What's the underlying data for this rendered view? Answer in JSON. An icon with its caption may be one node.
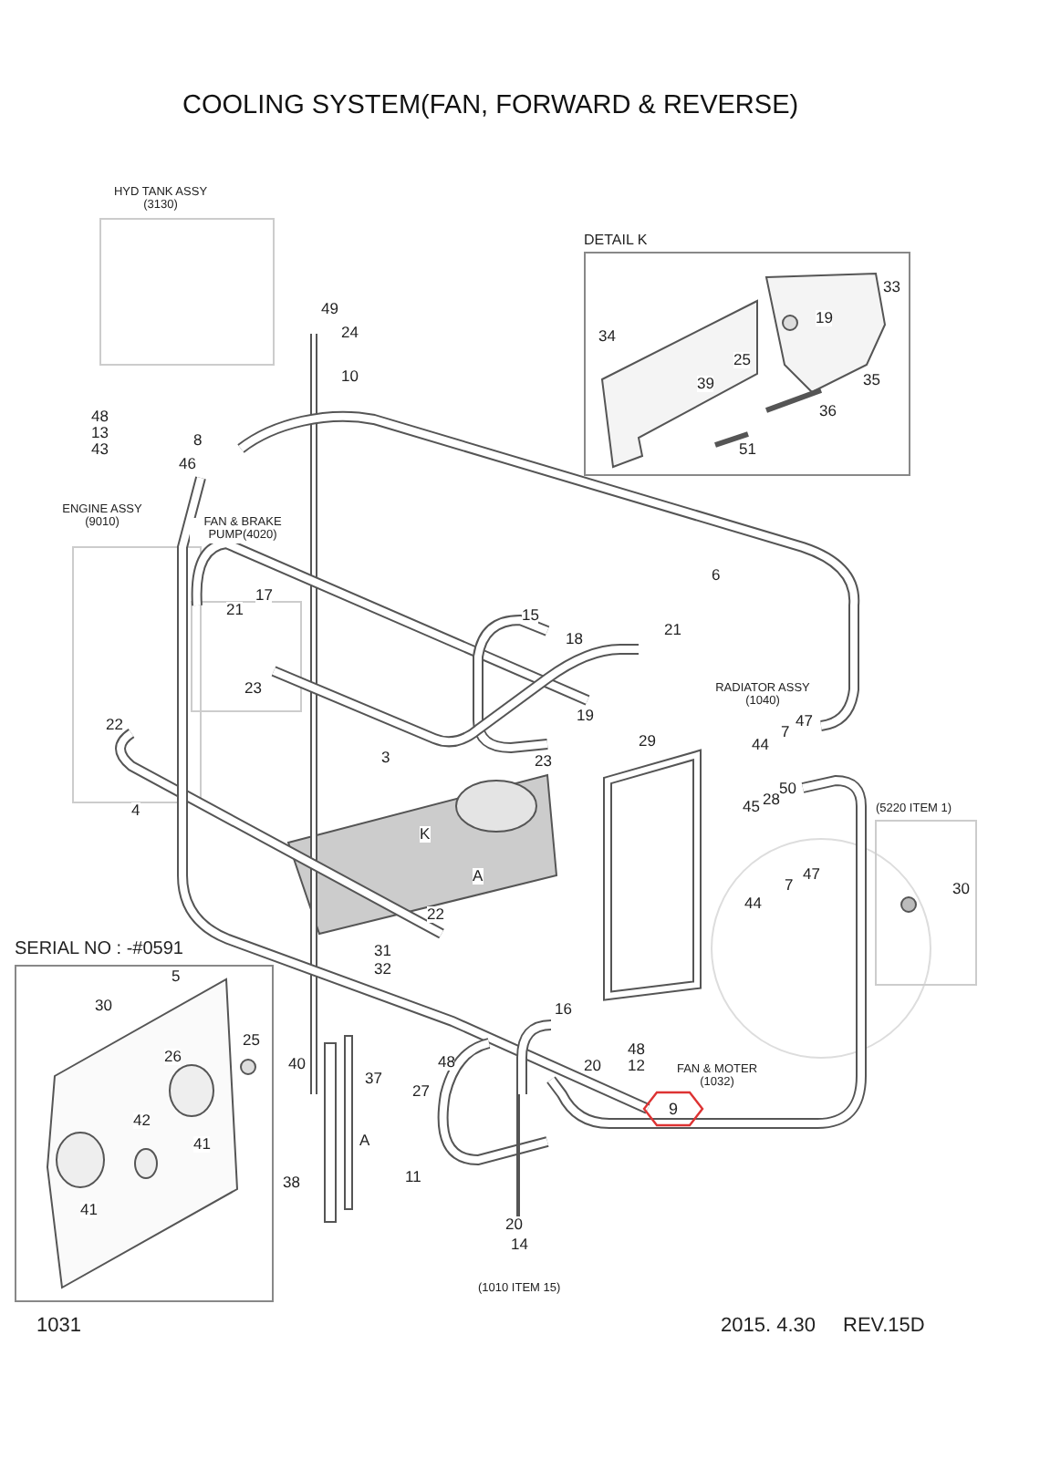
{
  "diagram": {
    "title": "COOLING SYSTEM(FAN, FORWARD & REVERSE)",
    "nodes": [
      {
        "text": [
          "DETAIL K"
        ]
      },
      {
        "text": [
          "SERIAL NO : -#0591"
        ]
      },
      {
        "text": [
          "9"
        ]
      }
    ],
    "labels": [
      "HYD TANK ASSY (3130)",
      "49",
      "24",
      "10",
      "48",
      "13",
      "43",
      "8",
      "46",
      "ENGINE ASSY (9010)",
      "FAN & BRAKE PUMP(4020)",
      "6",
      "17",
      "21",
      "15",
      "18",
      "21",
      "23",
      "19",
      "RADIATOR ASSY (1040)",
      "7",
      "47",
      "44",
      "23",
      "3",
      "29",
      "22",
      "45",
      "28",
      "50",
      "(5220 ITEM 1)",
      "4",
      "K",
      "A",
      "47",
      "7",
      "44",
      "30",
      "22",
      "31",
      "32",
      "16",
      "48",
      "12",
      "FAN & MOTER (1032)",
      "20",
      "48",
      "40",
      "37",
      "27",
      "A",
      "11",
      "38",
      "20",
      "14",
      "(1010 ITEM 15)",
      "1031",
      "2015. 4.30",
      "REV.15D",
      "33",
      "19",
      "34",
      "25",
      "39",
      "35",
      "36",
      "51",
      "5",
      "30",
      "26",
      "25",
      "42",
      "41",
      "41"
    ]
  }
}
